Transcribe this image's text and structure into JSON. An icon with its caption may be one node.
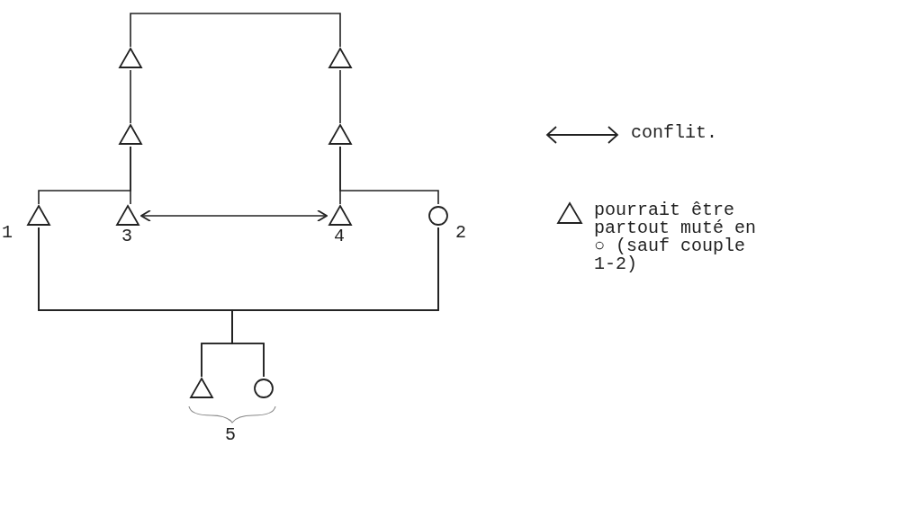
{
  "diagram": {
    "nodes": [
      {
        "text": [],
        "shape": "triangle"
      },
      {
        "text": [],
        "shape": "triangle"
      },
      {
        "text": [],
        "shape": "triangle"
      },
      {
        "text": [],
        "shape": "triangle"
      },
      {
        "text": [],
        "shape": "triangle",
        "beside": [
          "1"
        ]
      },
      {
        "text": [],
        "shape": "triangle",
        "beside": [
          "3"
        ]
      },
      {
        "text": [],
        "shape": "triangle",
        "beside": [
          "4"
        ]
      },
      {
        "text": [],
        "shape": "circle",
        "beside": [
          "2"
        ]
      },
      {
        "text": [],
        "shape": "triangle"
      },
      {
        "text": [],
        "shape": "circle"
      }
    ],
    "edges": [
      {
        "from": 0,
        "to": 1,
        "arrow": "none"
      },
      {
        "from": 0,
        "to": 2,
        "arrow": "none"
      },
      {
        "from": 1,
        "to": 3,
        "arrow": "none"
      },
      {
        "from": 2,
        "to": 4,
        "arrow": "none"
      },
      {
        "from": 2,
        "to": 5,
        "arrow": "none"
      },
      {
        "from": 3,
        "to": 6,
        "arrow": "none"
      },
      {
        "from": 3,
        "to": 7,
        "arrow": "none"
      },
      {
        "from": 5,
        "to": 6,
        "arrow": "both"
      },
      {
        "from": 4,
        "to": 7,
        "arrow": "none"
      },
      {
        "from": 4,
        "to": 8,
        "arrow": "none"
      },
      {
        "from": 4,
        "to": 9,
        "arrow": "none"
      },
      {
        "from": 7,
        "to": 8,
        "arrow": "none"
      },
      {
        "from": 7,
        "to": 9,
        "arrow": "none"
      }
    ],
    "labels": [
      "5"
    ],
    "legend": [
      {
        "text": "conflit."
      },
      {
        "text": "pourrait être partout muté en ○ (sauf couple 1-2)"
      }
    ]
  }
}
